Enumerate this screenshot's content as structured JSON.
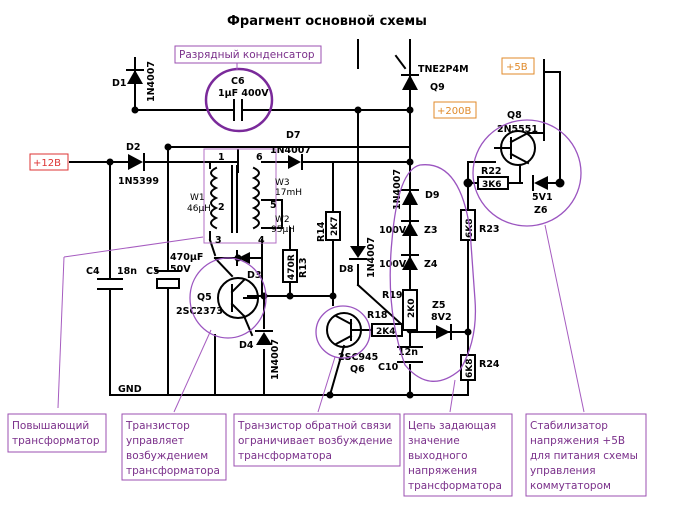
{
  "title": "Фрагмент основной схемы",
  "rails": {
    "v12": "+12В",
    "v200": "+200В",
    "v5": "+5В"
  },
  "annotations": {
    "capacitor": "Разрядный конденсатор",
    "step_up": [
      "Повышающий",
      "трансформатор"
    ],
    "transistor": [
      "Транзистор",
      "управляет",
      "возбуждением",
      "трансформатора"
    ],
    "feedback": [
      "Транзистор обратной связи",
      "ограничивает возбуждение",
      "трансформатора"
    ],
    "chain": [
      "Цепь задающая",
      "значение",
      "выходного",
      "напряжения",
      "трансформатора"
    ],
    "stabilizer": [
      "Стабилизатор",
      "напряжения +5В",
      "для питания схемы",
      "управления",
      "коммутатором"
    ]
  },
  "components": {
    "d1_ref": "D1",
    "d1_val": "1N4007",
    "c6_ref": "C6",
    "c6_val": "1µF 400V",
    "q9_val": "TNE2P4M",
    "q9_ref": "Q9",
    "d2_ref": "D2",
    "d2_val": "1N5399",
    "d7_ref": "D7",
    "d7_val": "1N4007",
    "q8_ref": "Q8",
    "q8_val": "2N5551",
    "r22_ref": "R22",
    "r22_val": "3K6",
    "z6_val": "5V1",
    "z6_ref": "Z6",
    "r23_ref": "R23",
    "r23_val": "6K8",
    "d9_ref": "D9",
    "d9_val": "1N4007",
    "z3_val": "100V",
    "z3_ref": "Z3",
    "z4_val": "100V",
    "z4_ref": "Z4",
    "r19_ref": "R19",
    "r19_val": "2K0",
    "z5_ref": "Z5",
    "z5_val": "8V2",
    "r18_ref": "R18",
    "r18_val": "2K4",
    "c10_val": "12n",
    "c10_ref": "C10",
    "r24_ref": "R24",
    "r24_val": "6K8",
    "d8_ref": "D8",
    "d8_val": "1N4007",
    "q6_val": "2SC945",
    "q6_ref": "Q6",
    "r14_ref": "R14",
    "r14_val": "2K7",
    "r13_ref": "R13",
    "r13_val": "470R",
    "d3_ref": "D3",
    "d4_ref": "D4",
    "d4_val": "1N4007",
    "q5_ref": "Q5",
    "q5_val": "2SC2373",
    "c4_ref": "C4",
    "c4_val": "18n",
    "c5_ref": "C5",
    "c5_val": [
      "470µF",
      "50V"
    ],
    "w1": [
      "W1",
      "46µH"
    ],
    "w3": [
      "W3",
      "17mH"
    ],
    "w2": [
      "W2",
      "95µH"
    ],
    "pins": [
      "1",
      "6",
      "2",
      "5",
      "3",
      "4"
    ],
    "gnd": "GND"
  }
}
